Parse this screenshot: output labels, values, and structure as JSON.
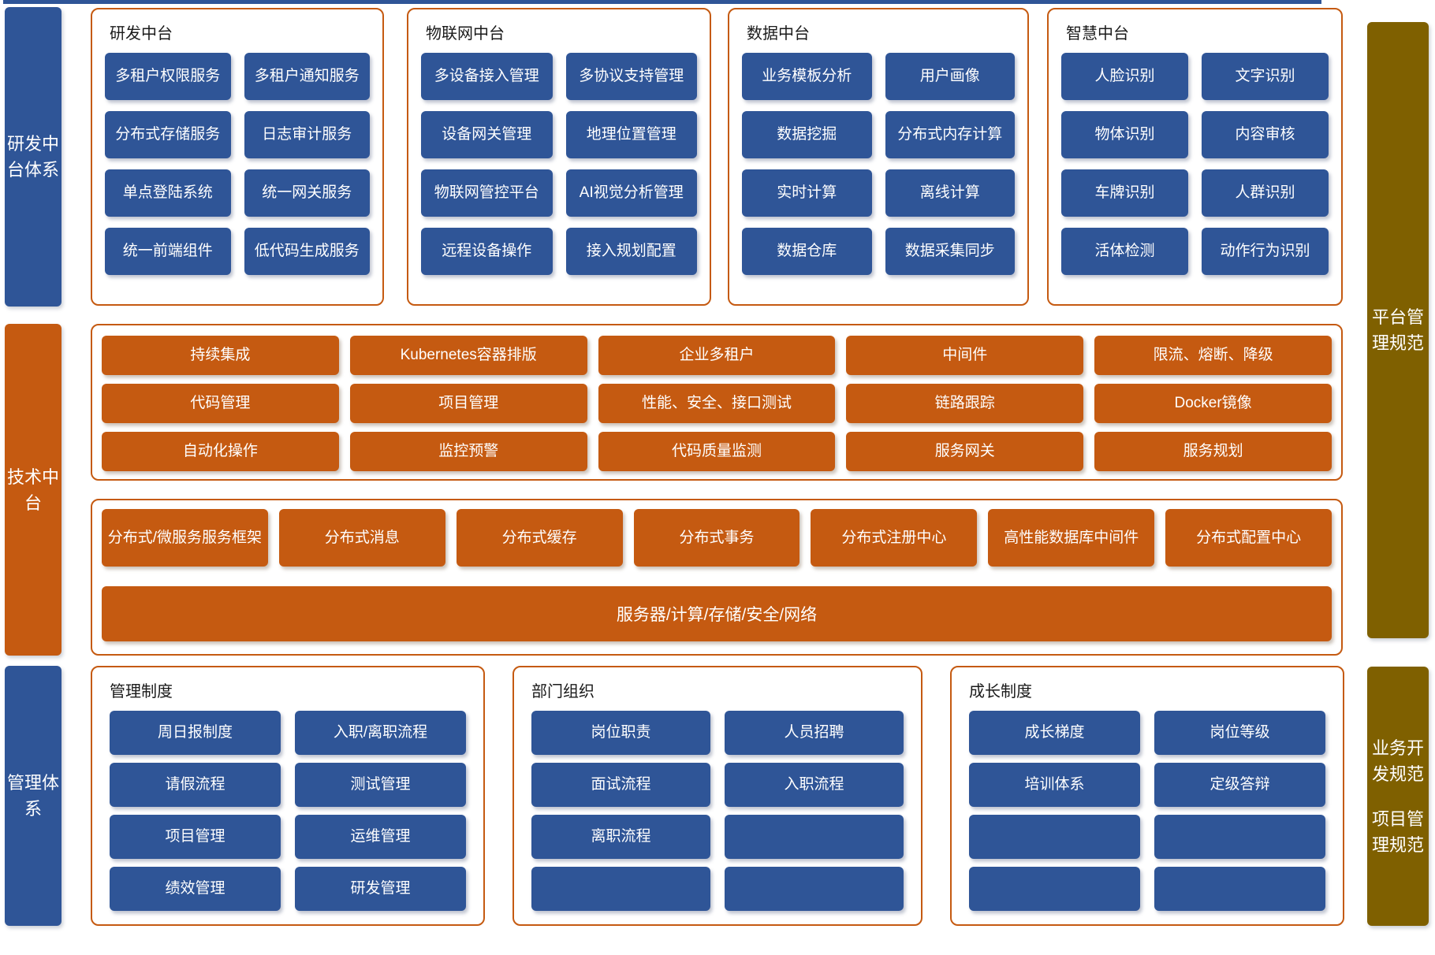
{
  "colors": {
    "blue": "#2F5597",
    "orange": "#C55A11",
    "olive": "#7F6000",
    "box_border": "#C55A11",
    "background": "#FFFFFF",
    "button_text": "#FFFFFF",
    "title_text": "#1A1A1A"
  },
  "left_bars": {
    "rd_system": "研发中台体系",
    "tech": "技术中台",
    "management": "管理体系"
  },
  "right_bars": {
    "platform_spec": "平台管理规范",
    "specs": [
      "业务开发规范",
      "项目管理规范"
    ]
  },
  "top_groups": [
    {
      "title": "研发中台",
      "items": [
        "多租户权限服务",
        "多租户通知服务",
        "分布式存储服务",
        "日志审计服务",
        "单点登陆系统",
        "统一网关服务",
        "统一前端组件",
        "低代码生成服务"
      ]
    },
    {
      "title": "物联网中台",
      "items": [
        "多设备接入管理",
        "多协议支持管理",
        "设备网关管理",
        "地理位置管理",
        "物联网管控平台",
        "AI视觉分析管理",
        "远程设备操作",
        "接入规划配置"
      ]
    },
    {
      "title": "数据中台",
      "items": [
        "业务模板分析",
        "用户画像",
        "数据挖掘",
        "分布式内存计算",
        "实时计算",
        "离线计算",
        "数据仓库",
        "数据采集同步"
      ]
    },
    {
      "title": "智慧中台",
      "items": [
        "人脸识别",
        "文字识别",
        "物体识别",
        "内容审核",
        "车牌识别",
        "人群识别",
        "活体检测",
        "动作行为识别"
      ]
    }
  ],
  "tech_platform": {
    "tools": [
      "持续集成",
      "Kubernetes容器排版",
      "企业多租户",
      "中间件",
      "限流、熔断、降级",
      "代码管理",
      "项目管理",
      "性能、安全、接口测试",
      "链路跟踪",
      "Docker镜像",
      "自动化操作",
      "监控预警",
      "代码质量监测",
      "服务网关",
      "服务规划"
    ],
    "middleware": [
      "分布式/微服务服务框架",
      "分布式消息",
      "分布式缓存",
      "分布式事务",
      "分布式注册中心",
      "高性能数据库中间件",
      "分布式配置中心"
    ],
    "infrastructure": "服务器/计算/存储/安全/网络"
  },
  "bottom_groups": [
    {
      "title": "管理制度",
      "items": [
        "周日报制度",
        "入职/离职流程",
        "请假流程",
        "测试管理",
        "项目管理",
        "运维管理",
        "绩效管理",
        "研发管理"
      ]
    },
    {
      "title": "部门组织",
      "items": [
        "岗位职责",
        "人员招聘",
        "面试流程",
        "入职流程",
        "离职流程",
        "",
        "",
        ""
      ]
    },
    {
      "title": "成长制度",
      "items": [
        "成长梯度",
        "岗位等级",
        "培训体系",
        "定级答辩",
        "",
        "",
        "",
        ""
      ]
    }
  ]
}
